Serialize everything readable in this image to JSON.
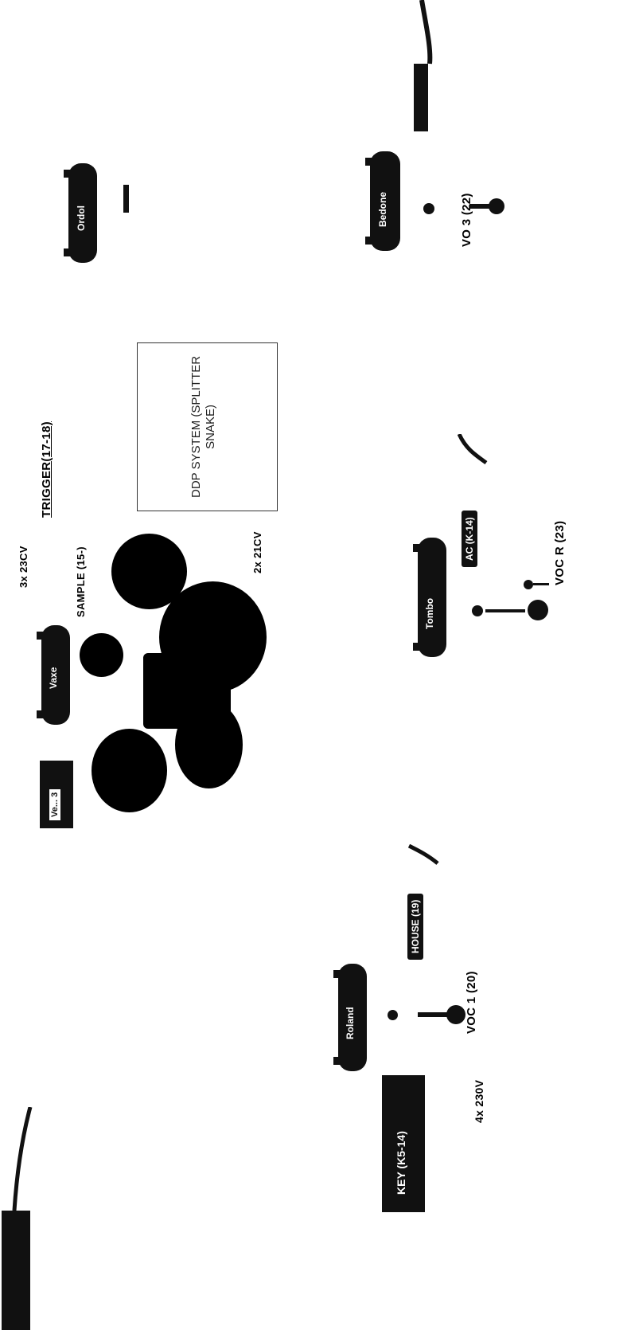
{
  "labels": {
    "trigger": "TRIGGER(17-18)",
    "sampler": "SAMPLE (15-)",
    "power_3x": "3x 23CV",
    "power_2x": "2x 21CV",
    "power_4x": "4x 230V",
    "voc1": "VOC 1 (20)",
    "voc3": "VO 3 (22)",
    "vocr": "VOC R (23)",
    "key": "KEY (K5-14)",
    "house": "HOUSE (19)",
    "acoustic": "AC (K-14)",
    "daw_line1": "DDP SYSTEM (SPLITTER",
    "daw_line2": "SNAKE)"
  },
  "amps": {
    "top_left_tag": "Ve... 3",
    "top_mid": "Vaxe",
    "top_right": "Ordol",
    "right": "Bedone",
    "mid": "Tombo",
    "bottom": "Roland"
  },
  "colors": {
    "ink": "#111111",
    "paper": "#ffffff",
    "frame": "#333333"
  }
}
